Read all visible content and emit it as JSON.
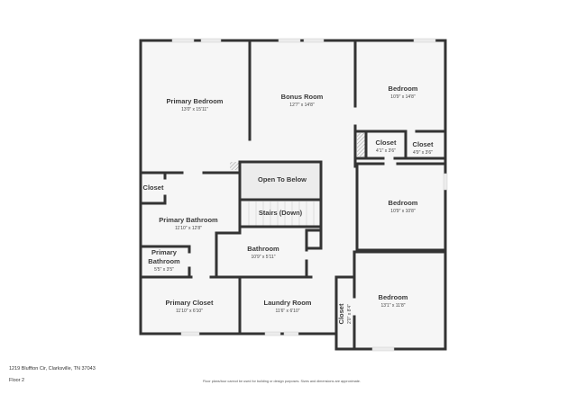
{
  "floorplan": {
    "title": "Floor 2",
    "address": "1219 Bluffton Cir, Clarksville, TN 37043",
    "disclaimer": "Floor plans/tour cannot be used for building or design purposes. Sizes and dimensions are approximate.",
    "colors": {
      "wall": "#333333",
      "floor": "#f6f6f6",
      "open_to_below": "#ececec",
      "window": "#e6e6e6"
    },
    "rooms": [
      {
        "id": "primary-bedroom",
        "name": "Primary Bedroom",
        "dims": "13'0\" x 15'11\""
      },
      {
        "id": "bonus-room",
        "name": "Bonus Room",
        "dims": "12'7\" x 14'8\""
      },
      {
        "id": "bedroom-1",
        "name": "Bedroom",
        "dims": "10'9\" x 14'8\""
      },
      {
        "id": "closet-1",
        "name": "Closet",
        "dims": "4'1\" x 3'6\""
      },
      {
        "id": "closet-2",
        "name": "Closet",
        "dims": "4'9\" x 3'6\""
      },
      {
        "id": "open-to-below",
        "name": "Open To Below",
        "dims": ""
      },
      {
        "id": "stairs",
        "name": "Stairs (Down)",
        "dims": ""
      },
      {
        "id": "closet-primary",
        "name": "Closet",
        "dims": ""
      },
      {
        "id": "primary-bathroom",
        "name": "Primary Bathroom",
        "dims": "11'10\" x 12'8\""
      },
      {
        "id": "bedroom-2",
        "name": "Bedroom",
        "dims": "10'9\" x 10'8\""
      },
      {
        "id": "bathroom",
        "name": "Bathroom",
        "dims": "10'9\" x 5'11\""
      },
      {
        "id": "primary-bathroom-small",
        "name": "Primary Bathroom",
        "dims": "5'5\" x 3'5\""
      },
      {
        "id": "primary-closet",
        "name": "Primary Closet",
        "dims": "11'10\" x 6'10\""
      },
      {
        "id": "laundry-room",
        "name": "Laundry Room",
        "dims": "11'6\" x 6'10\""
      },
      {
        "id": "closet-3",
        "name": "Closet",
        "dims": "2'0\" x 8'4\""
      },
      {
        "id": "bedroom-3",
        "name": "Bedroom",
        "dims": "13'1\" x 11'8\""
      }
    ]
  }
}
